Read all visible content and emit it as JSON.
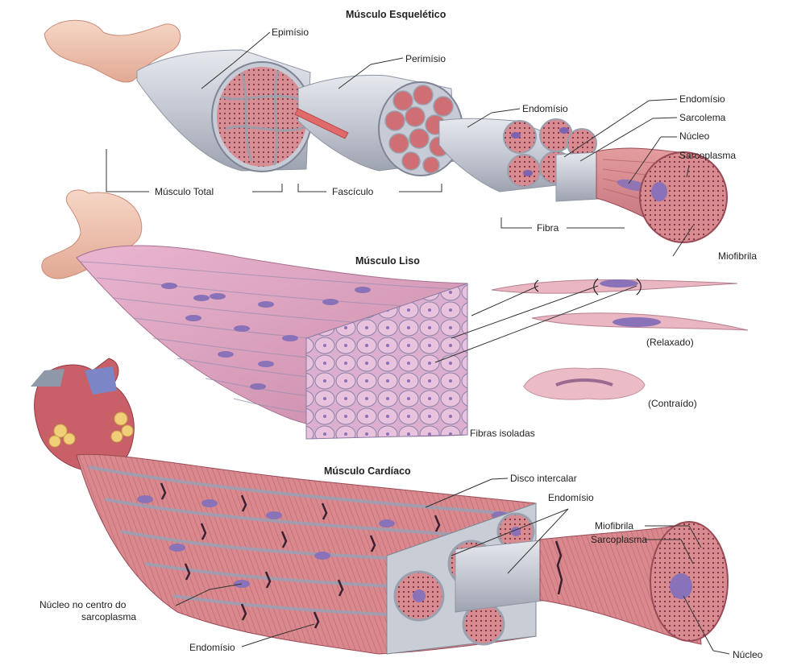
{
  "sections": {
    "skeletal": {
      "title": "Músculo Esquelético",
      "labels": {
        "epimisio": "Epimísio",
        "perimisio": "Perimísio",
        "endomisio_a": "Endomísio",
        "endomisio_b": "Endomísio",
        "sarcolema": "Sarcolema",
        "nucleo": "Núcleo",
        "sarcoplasma": "Sarcoplasma",
        "musculo_total": "Músculo Total",
        "fasciculo": "Fascículo",
        "fibra": "Fibra",
        "miofibrila": "Miofibrila"
      }
    },
    "smooth": {
      "title": "Músculo Liso",
      "labels": {
        "relaxado": "(Relaxado)",
        "contraido": "(Contraído)",
        "fibras_isoladas": "Fibras isoladas"
      }
    },
    "cardiac": {
      "title": "Músculo Cardíaco",
      "labels": {
        "disco_intercalar": "Disco intercalar",
        "endomisio_a": "Endomísio",
        "miofibrila": "Miofibrila",
        "sarcoplasma": "Sarcoplasma",
        "nucleo_centro_1": "Núcleo no centro do",
        "nucleo_centro_2": "sarcoplasma",
        "endomisio_b": "Endomísio",
        "nucleo": "Núcleo"
      }
    }
  },
  "colors": {
    "muscle": "#d98a8a",
    "muscle_dark": "#b85c64",
    "fascia": "#c9cdd6",
    "nucleus": "#8a72b8",
    "smooth_pink": "#e0a6c0",
    "tendon": "#f2c7b0"
  }
}
